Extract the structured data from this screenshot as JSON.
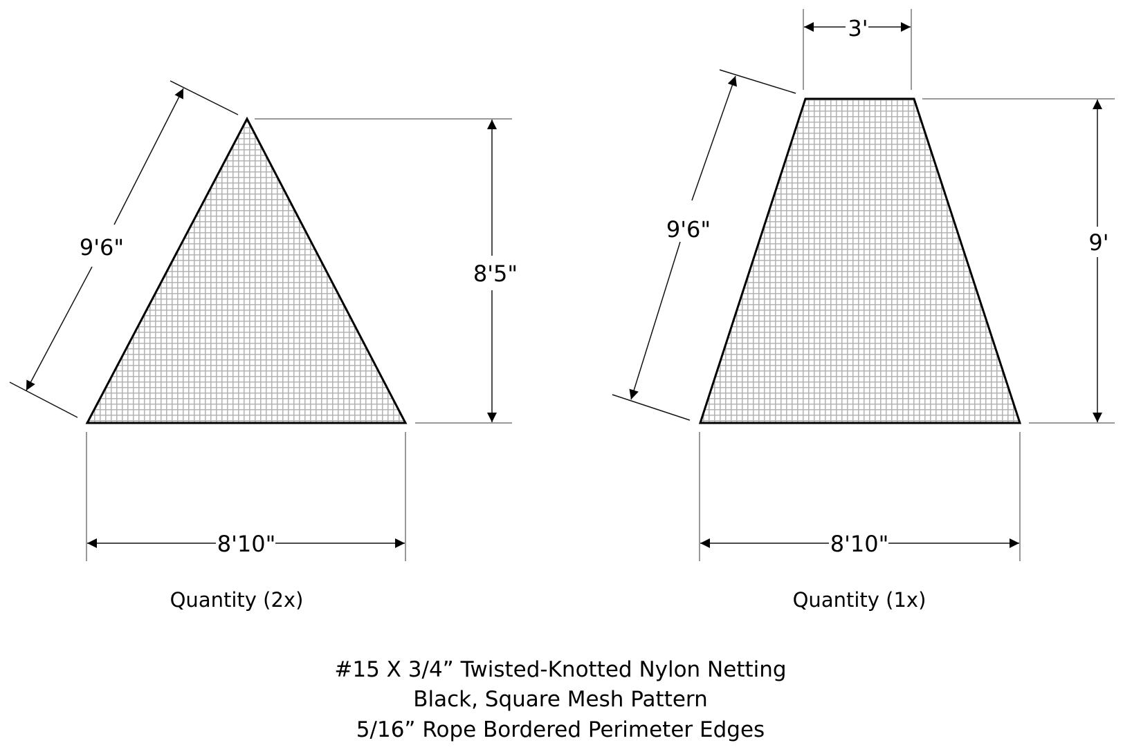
{
  "colors": {
    "mesh_line": "#b3b3b3",
    "mesh_bg": "#ffffff",
    "outline": "#000000",
    "extension_line": "#777777"
  },
  "panels": [
    {
      "name": "triangle",
      "shape": "triangle",
      "dimensions": {
        "side": "9'6\"",
        "height": "8'5\"",
        "base": "8'10\""
      },
      "quantity_label": "Quantity (2x)"
    },
    {
      "name": "trapezoid",
      "shape": "trapezoid",
      "dimensions": {
        "top": "3'",
        "side": "9'6\"",
        "height": "9'",
        "base": "8'10\""
      },
      "quantity_label": "Quantity (1x)"
    }
  ],
  "spec": {
    "line1": "#15 X 3/4” Twisted-Knotted Nylon Netting",
    "line2": "Black, Square Mesh Pattern",
    "line3": "5/16” Rope Bordered Perimeter Edges"
  }
}
